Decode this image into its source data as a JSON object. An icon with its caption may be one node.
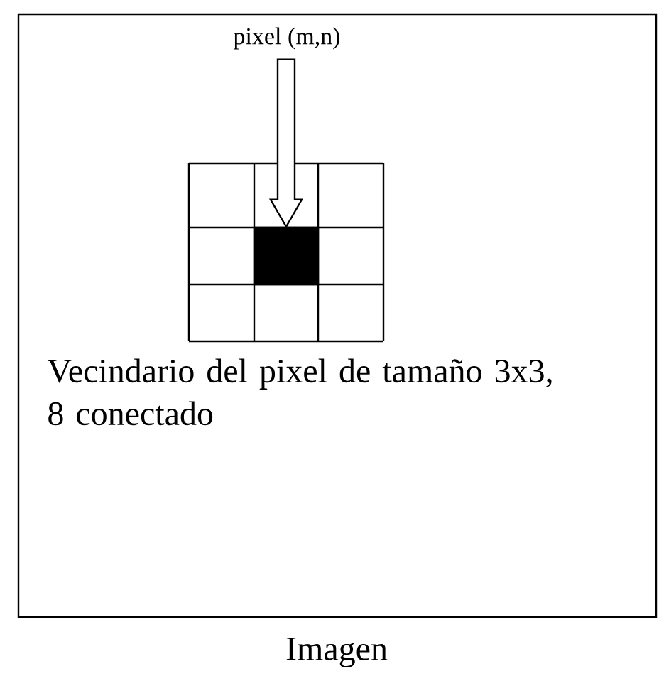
{
  "diagram": {
    "nodes": [
      {
        "text": [
          "Imagen"
        ]
      },
      {
        "text": [
          "pixel (m,n)"
        ],
        "in": 0
      },
      {
        "text": [],
        "shape": "box",
        "in": 0
      }
    ],
    "edges": [
      {
        "from": 1,
        "to": 2,
        "arrow": "to"
      }
    ],
    "labels": [
      "Vecindario del pixel de tamaño 3x3, 8 conectado"
    ]
  }
}
